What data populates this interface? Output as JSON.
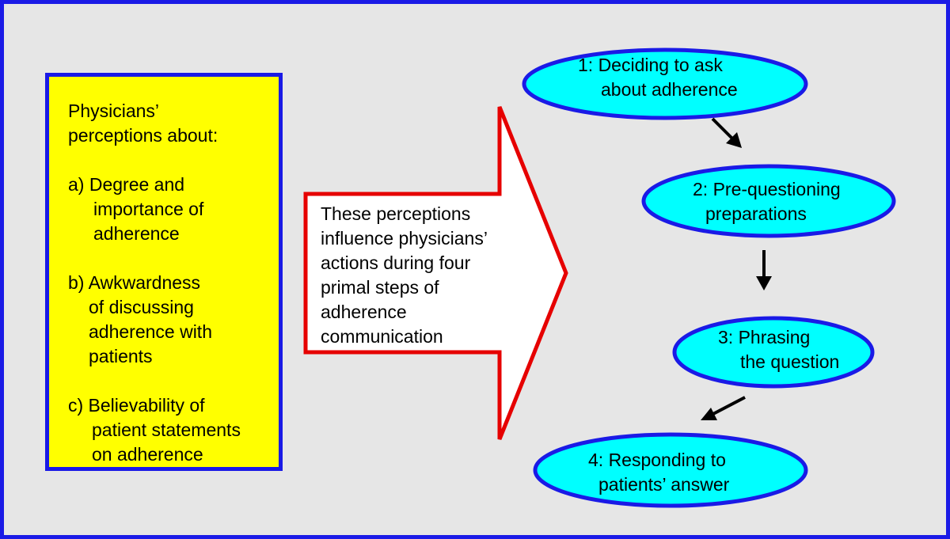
{
  "perceptions_box": {
    "intro": [
      "Physicians’",
      "perceptions about:"
    ],
    "items": [
      {
        "lines": [
          "a) Degree and",
          "importance of",
          "adherence"
        ]
      },
      {
        "lines": [
          "b) Awkwardness",
          "of discussing",
          "adherence with",
          "patients"
        ]
      },
      {
        "lines": [
          "c) Believability of",
          "patient statements",
          "on adherence"
        ]
      }
    ]
  },
  "influence_arrow": {
    "lines": [
      "These perceptions",
      "influence physicians’",
      "actions during four",
      "primal steps of",
      "adherence",
      "communication"
    ]
  },
  "steps": [
    {
      "lines": [
        "1: Deciding to ask",
        "about adherence"
      ]
    },
    {
      "lines": [
        "2: Pre-questioning",
        "preparations"
      ]
    },
    {
      "lines": [
        "3: Phrasing",
        "the question"
      ]
    },
    {
      "lines": [
        "4: Responding to",
        "patients’ answer"
      ]
    }
  ],
  "colors": {
    "background": "#e6e6e6",
    "frame_border": "#1a1ae6",
    "perceptions_fill": "#ffff00",
    "arrow_outline": "#e60000",
    "step_fill": "#00ffff",
    "step_border": "#1a1ae6"
  }
}
